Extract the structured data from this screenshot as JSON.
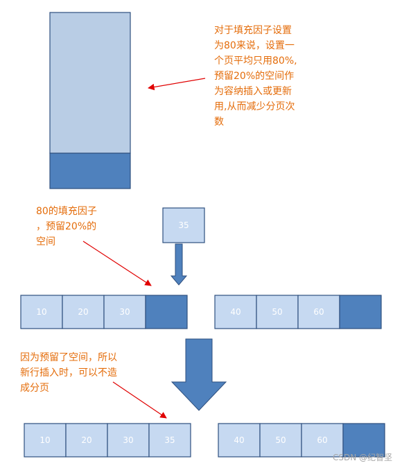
{
  "colors": {
    "light_fill": "#c6d9f1",
    "light_fill_page": "#b9cde5",
    "dark_fill": "#4f81bd",
    "stroke": "#2e4f7e",
    "note_text": "#e46c0a",
    "pointer": "#e00000"
  },
  "notes": {
    "fill_factor": "对于填充因子设置\n为80来说，设置一\n个页平均只用80%,\n预留20%的空间作\n为容纳插入或更新\n用,从而减少分页次\n数",
    "reserved": "80的填充因子\n，预留20%的\n空间",
    "no_split": "因为预留了空间，所以\n新行插入时，可以不造\n成分页"
  },
  "page_usage": {
    "used_fraction": 0.8,
    "reserved_fraction": 0.2
  },
  "insert_value": "35",
  "before": {
    "page1": [
      "10",
      "20",
      "30",
      ""
    ],
    "page2": [
      "40",
      "50",
      "60",
      ""
    ]
  },
  "after": {
    "page1": [
      "10",
      "20",
      "30",
      "35"
    ],
    "page2": [
      "40",
      "50",
      "60",
      ""
    ]
  },
  "watermark": "CSDN @纪智坚"
}
